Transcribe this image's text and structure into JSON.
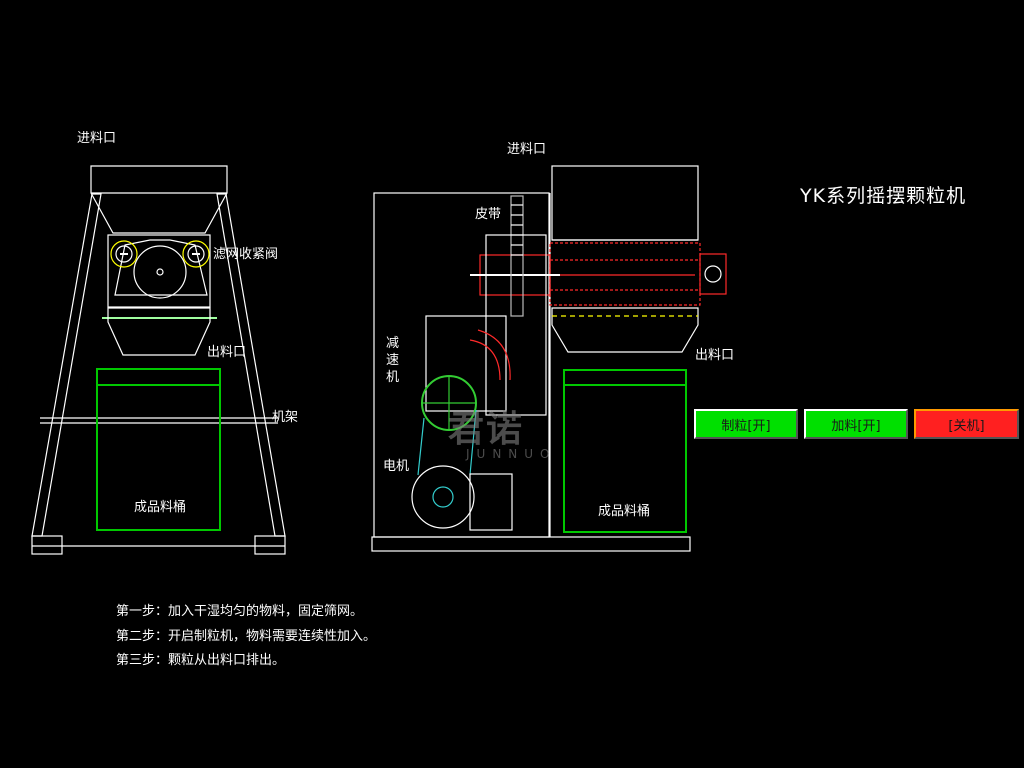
{
  "title": "YK系列摇摆颗粒机",
  "labels": {
    "left_inlet": "进料口",
    "filter_valve": "滤网收紧阀",
    "left_outlet": "出料口",
    "frame": "机架",
    "left_bucket": "成品料桶",
    "right_inlet": "进料口",
    "belt": "皮带",
    "reducer": [
      "减",
      "速",
      "机"
    ],
    "motor": "电机",
    "right_outlet": "出料口",
    "right_bucket": "成品料桶"
  },
  "buttons": {
    "granulate": "制粒[开]",
    "feed": "加料[开]",
    "shutdown": "[关机]"
  },
  "steps": [
    "第一步：加入干湿均匀的物料，固定筛网。",
    "第二步：开启制粒机，物料需要连续性加入。",
    "第三步：颗粒从出料口排出。"
  ],
  "watermark": {
    "main": "君诺",
    "sub": "JUNNUO"
  },
  "colors": {
    "background": "#000000",
    "line": "#ffffff",
    "bucket": "#00c800",
    "btn_on": "#00e000",
    "btn_off": "#ff2020",
    "detail_red": "#ff2a2a",
    "detail_yellow": "#ffff00"
  }
}
